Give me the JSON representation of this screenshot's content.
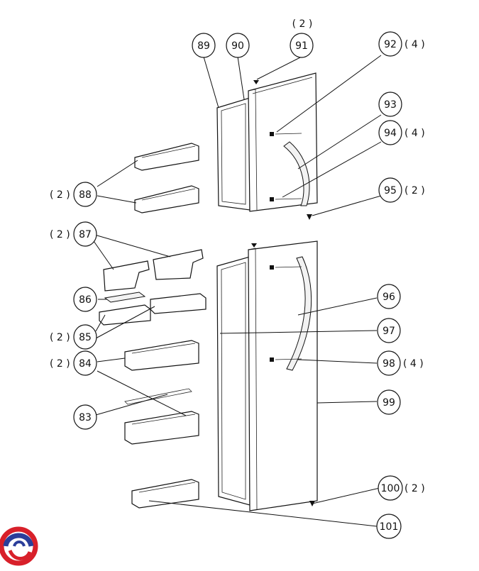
{
  "labels": {
    "c83": "83",
    "c84": "84",
    "c85": "85",
    "c86": "86",
    "c87": "87",
    "c88": "88",
    "c89": "89",
    "c90": "90",
    "c91": "91",
    "c92": "92",
    "c93": "93",
    "c94": "94",
    "c95": "95",
    "c96": "96",
    "c97": "97",
    "c98": "98",
    "c99": "99",
    "c100": "100",
    "c101": "101"
  },
  "quantities": {
    "q91": "( 2 )",
    "q92": "( 4 )",
    "q94": "( 4 )",
    "q95": "( 2 )",
    "q88": "( 2 )",
    "q87": "( 2 )",
    "q85": "( 2 )",
    "q84": "( 2 )",
    "q98": "( 4 )",
    "q100": "( 2 )"
  },
  "colors": {
    "line": "#111111",
    "logo_red": "#d8202a",
    "logo_blue": "#2b3e9a"
  },
  "logo": {
    "icon": "brand-swirl-icon"
  }
}
